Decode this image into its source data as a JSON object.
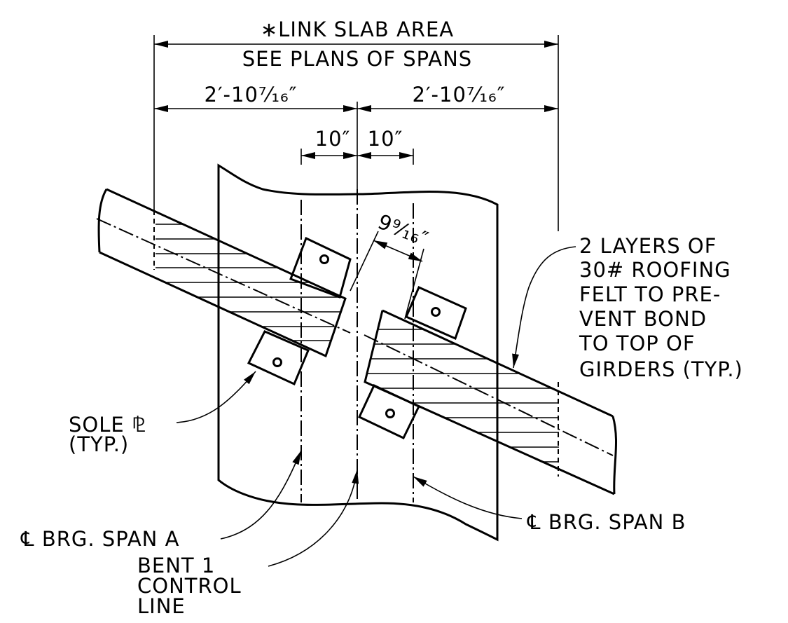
{
  "labels": {
    "link_slab_line1": "∗LINK SLAB AREA",
    "link_slab_line2": "SEE PLANS OF SPANS",
    "dim_half_left": "2′-10⁷⁄₁₆″",
    "dim_half_right": "2′-10⁷⁄₁₆″",
    "dim_10_left": "10″",
    "dim_10_right": "10″",
    "dim_skew": "9⁹⁄₁₆″",
    "felt_note": [
      "2 LAYERS OF",
      "30# ROOFING",
      "FELT TO PRE-",
      "VENT BOND",
      "TO TOP OF",
      "GIRDERS (TYP.)"
    ],
    "sole_plate": [
      "SOLE ⅊",
      "(TYP.)"
    ],
    "cl_span_a": "℄ BRG. SPAN A",
    "cl_span_b": "℄ BRG. SPAN B",
    "bent_control": [
      "BENT 1",
      "CONTROL",
      "LINE"
    ]
  }
}
